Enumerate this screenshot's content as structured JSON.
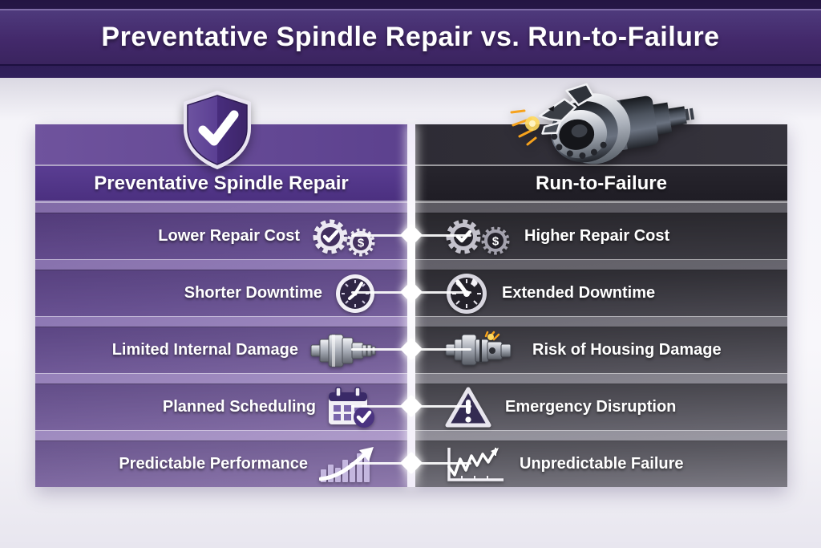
{
  "title": "Preventative Spindle Repair vs. Run-to-Failure",
  "columns": {
    "left": {
      "header": "Preventative Spindle Repair",
      "icon": "shield-check-icon",
      "theme_color": "#5a3d92"
    },
    "right": {
      "header": "Run-to-Failure",
      "icon": "broken-spindle-icon",
      "theme_color": "#26242c"
    }
  },
  "rows": [
    {
      "left": {
        "label": "Lower Repair Cost",
        "icons": [
          "gear-check-icon",
          "dollar-coin-icon"
        ]
      },
      "right": {
        "label": "Higher Repair Cost",
        "icons": [
          "gear-check-icon",
          "dollar-gear-icon"
        ]
      }
    },
    {
      "left": {
        "label": "Shorter Downtime",
        "icons": [
          "clock-icon"
        ]
      },
      "right": {
        "label": "Extended Downtime",
        "icons": [
          "gauge-icon"
        ]
      }
    },
    {
      "left": {
        "label": "Limited Internal Damage",
        "icons": [
          "spindle-icon"
        ]
      },
      "right": {
        "label": "Risk of Housing Damage",
        "icons": [
          "spindle-spark-icon"
        ]
      }
    },
    {
      "left": {
        "label": "Planned Scheduling",
        "icons": [
          "calendar-check-icon"
        ]
      },
      "right": {
        "label": "Emergency Disruption",
        "icons": [
          "warning-triangle-icon"
        ]
      }
    },
    {
      "left": {
        "label": "Predictable Performance",
        "icons": [
          "bar-chart-arrow-icon"
        ]
      },
      "right": {
        "label": "Unpredictable Failure",
        "icons": [
          "line-chart-icon"
        ]
      }
    }
  ],
  "colors": {
    "banner": "#43296b",
    "banner_edge": "#241543",
    "left_column": "#7c63a8",
    "right_column": "#4b4953",
    "divider": "#ffffff",
    "spark": "#f6a21c",
    "text": "#ffffff",
    "page_background": "#f5f4f9"
  }
}
